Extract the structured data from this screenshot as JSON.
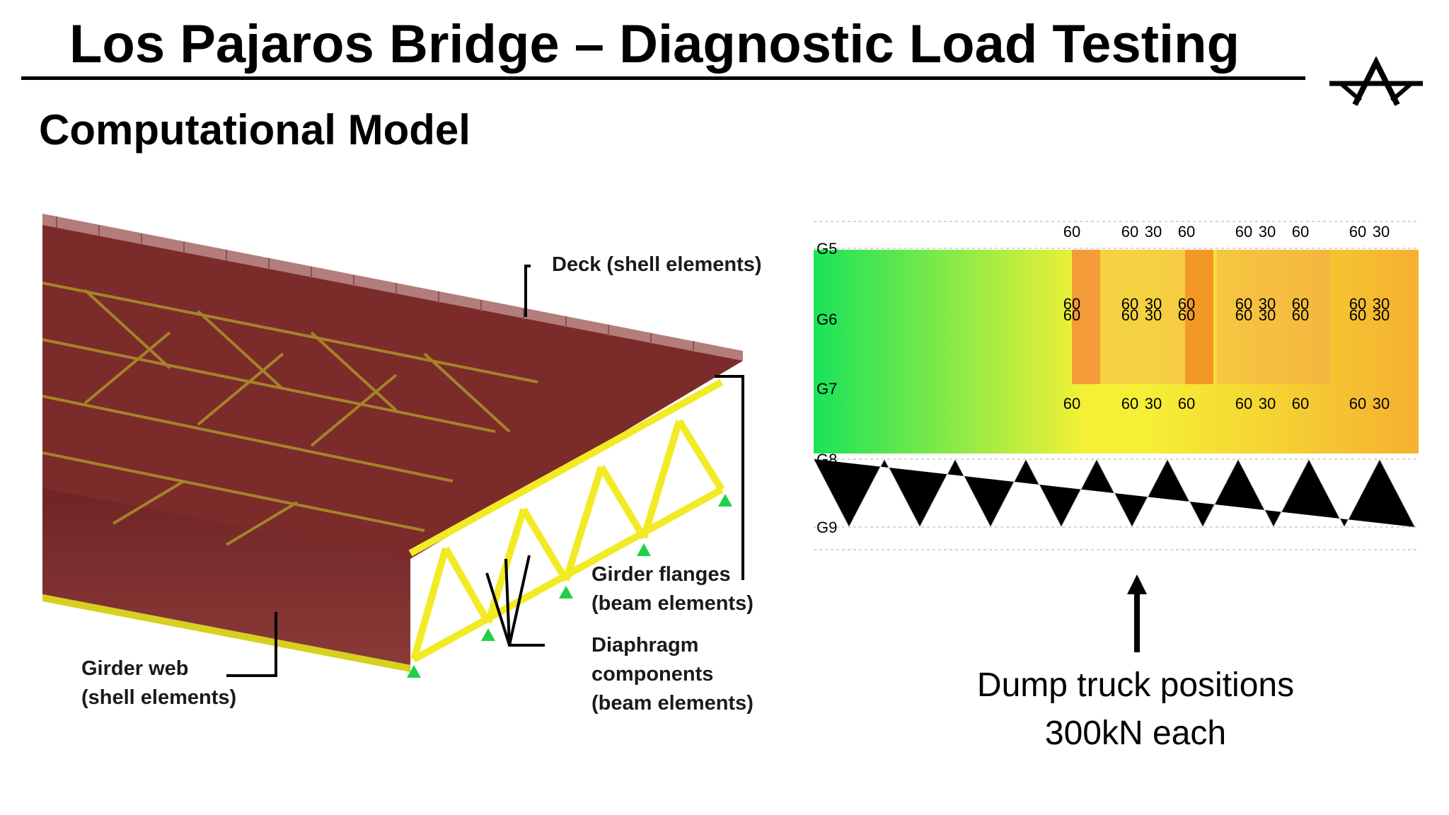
{
  "slide": {
    "title": "Los Pajaros Bridge – Diagnostic Load Testing",
    "subtitle": "Computational Model"
  },
  "logo": {
    "icon": "bridge-logo-icon"
  },
  "model_callouts": {
    "deck": "Deck (shell elements)",
    "girder_flanges": "Girder flanges\n(beam elements)",
    "diaphragm": "Diaphragm\ncomponents\n(beam elements)",
    "girder_web": "Girder web\n(shell elements)"
  },
  "heatmap": {
    "girder_labels": [
      "G5",
      "G6",
      "G7",
      "G8",
      "G9"
    ],
    "load_rows": [
      [
        "60",
        "60",
        "30",
        "60",
        "60",
        "30",
        "60",
        "60",
        "30"
      ],
      [
        "60",
        "60",
        "30",
        "60",
        "60",
        "30",
        "60",
        "60",
        "30"
      ],
      [
        "60",
        "60",
        "30",
        "60",
        "60",
        "30",
        "60",
        "60",
        "30"
      ],
      [
        "60",
        "60",
        "30",
        "60",
        "60",
        "30",
        "60",
        "60",
        "30"
      ]
    ],
    "colors": {
      "low": "#19e35a",
      "mid": "#f5f035",
      "high": "#f05a1e"
    }
  },
  "truck_note": "Dump truck positions\n300kN each",
  "colors": {
    "web": "#7a2a2a",
    "steel": "#e8e020",
    "deck": "#a87070"
  }
}
